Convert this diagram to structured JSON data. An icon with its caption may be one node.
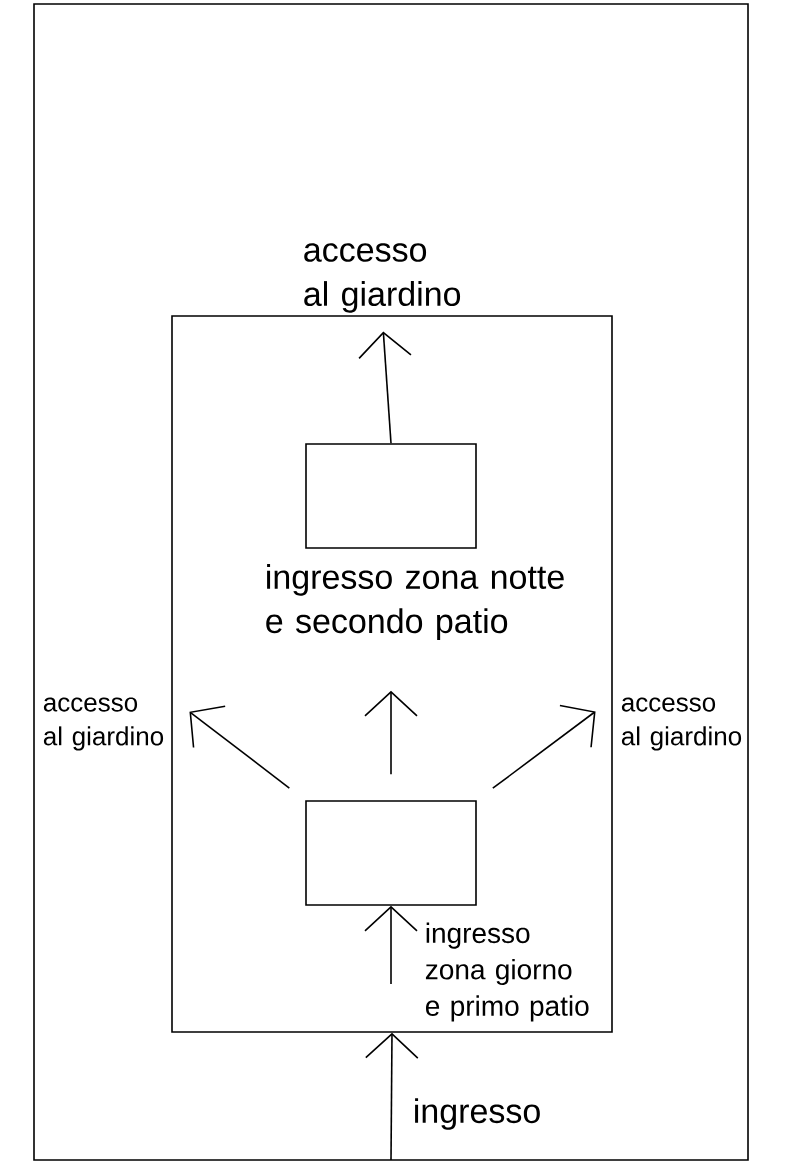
{
  "diagram": {
    "nodes": [
      {
        "text": [],
        "shape": "box"
      },
      {
        "text": [
          "accesso al giardino"
        ],
        "in": 0
      },
      {
        "text": [],
        "shape": "box",
        "in": 0
      },
      {
        "text": [],
        "shape": "box",
        "in": 2,
        "beside": [
          "ingresso zona notte e secondo patio"
        ]
      },
      {
        "text": [
          "accesso al giardino"
        ],
        "in": 0
      },
      {
        "text": [
          "accesso al giardino"
        ],
        "in": 0
      },
      {
        "text": [],
        "shape": "box",
        "in": 2
      }
    ],
    "edges": [
      {
        "from": null,
        "to": 2,
        "arrow": "to",
        "label": "ingresso"
      },
      {
        "from": null,
        "to": 6,
        "arrow": "to",
        "label": "ingresso zona giorno e primo patio"
      },
      {
        "from": 6,
        "to": 3,
        "arrow": "to"
      },
      {
        "from": 6,
        "to": 4,
        "arrow": "to"
      },
      {
        "from": 6,
        "to": 5,
        "arrow": "to"
      },
      {
        "from": 3,
        "to": 1,
        "arrow": "to"
      }
    ]
  }
}
